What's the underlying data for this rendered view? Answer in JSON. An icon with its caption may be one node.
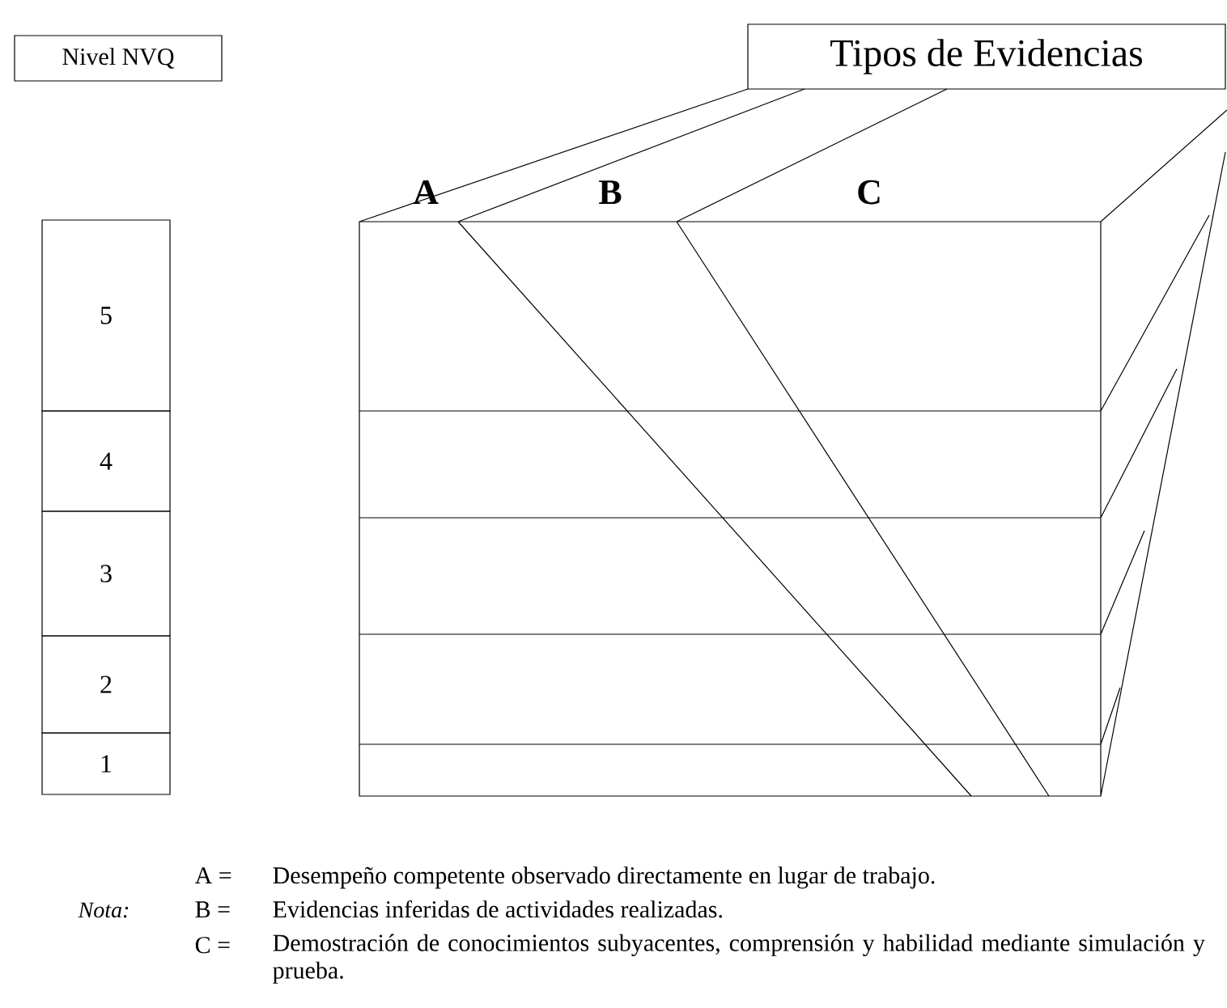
{
  "diagram": {
    "nodes": [
      {
        "text": [
          "Nivel NVQ"
        ]
      },
      {
        "text": [
          "5"
        ]
      },
      {
        "text": [
          "4"
        ]
      },
      {
        "text": [
          "3"
        ]
      },
      {
        "text": [
          "2"
        ]
      },
      {
        "text": [
          "1"
        ]
      },
      {
        "text": [
          "Tipos de Evidencias"
        ]
      }
    ],
    "labels": [
      "A",
      "B",
      "C",
      "Nota:",
      "A =",
      "Desempeño competente observado directamente en lugar de trabajo.",
      "B =",
      "Evidencias inferidas de actividades realizadas.",
      "C =",
      "Demostración de conocimientos subyacentes, comprensión y habilidad mediante simulación y prueba."
    ]
  }
}
